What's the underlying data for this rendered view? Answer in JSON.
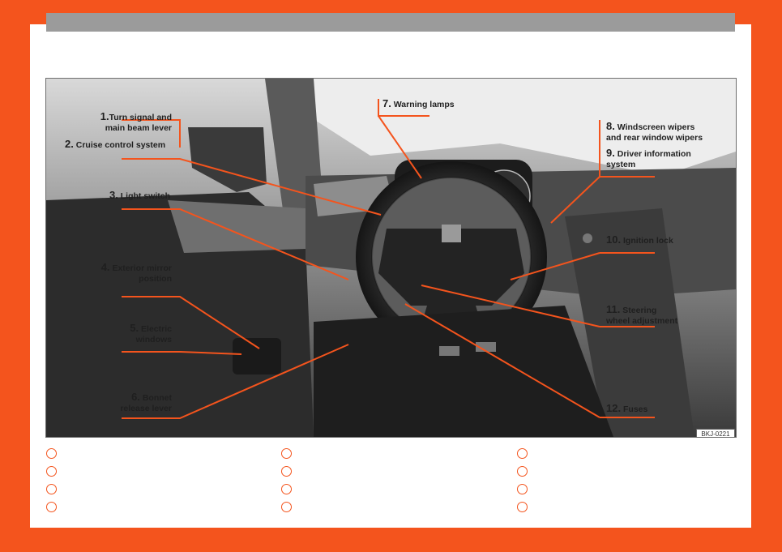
{
  "figure": {
    "code": "BKJ-0221",
    "callouts": [
      {
        "num": "1.",
        "text": "Turn signal and",
        "text2": "main beam lever"
      },
      {
        "num": "2.",
        "text": "Cruise control system"
      },
      {
        "num": "3.",
        "text": "Light switch"
      },
      {
        "num": "4.",
        "text": "Exterior mirror",
        "text2": "position"
      },
      {
        "num": "5.",
        "text": "Electric",
        "text2": "windows"
      },
      {
        "num": "6.",
        "text": "Bonnet",
        "text2": "release lever"
      },
      {
        "num": "7.",
        "text": "Warning lamps"
      },
      {
        "num": "8.",
        "text": "Windscreen wipers",
        "text2": "and rear window wipers"
      },
      {
        "num": "9.",
        "text": "Driver information",
        "text2": "system"
      },
      {
        "num": "10.",
        "text": "Ignition lock"
      },
      {
        "num": "11.",
        "text": "Steering",
        "text2": "wheel adjustment"
      },
      {
        "num": "12.",
        "text": "Fuses"
      }
    ]
  },
  "colors": {
    "accent": "#f4541d",
    "header_bar": "#9b9b9b"
  }
}
